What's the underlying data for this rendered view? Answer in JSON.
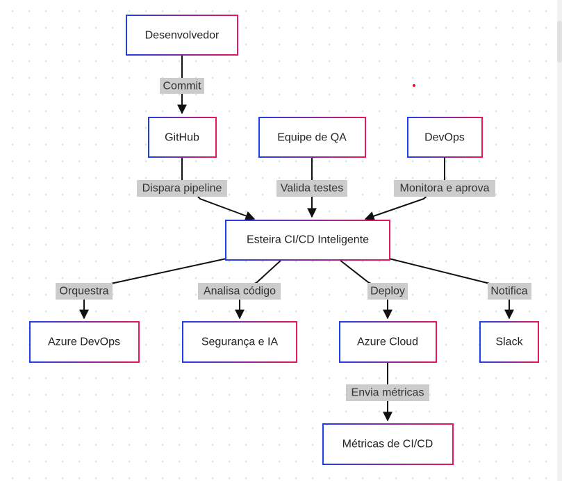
{
  "colors": {
    "node_border_start": "#1f3fe6",
    "node_border_end": "#e6175b",
    "edge": "#111111",
    "label_background": "#cccccc",
    "grid_cross": "#cfe9e6",
    "marker_dot": "#e0142b"
  },
  "nodes": {
    "desenvolvedor": "Desenvolvedor",
    "github": "GitHub",
    "equipe_qa": "Equipe de QA",
    "devops": "DevOps",
    "esteira": "Esteira CI/CD Inteligente",
    "azure_devops": "Azure DevOps",
    "seguranca_ia": "Segurança e IA",
    "azure_cloud": "Azure Cloud",
    "slack": "Slack",
    "metricas": "Métricas de CI/CD"
  },
  "edges": {
    "commit": "Commit",
    "dispara_pipeline": "Dispara pipeline",
    "valida_testes": "Valida testes",
    "monitora_aprova": "Monitora e aprova",
    "orquestra": "Orquestra",
    "analisa_codigo": "Analisa código",
    "deploy": "Deploy",
    "notifica": "Notifica",
    "envia_metricas": "Envia métricas"
  }
}
